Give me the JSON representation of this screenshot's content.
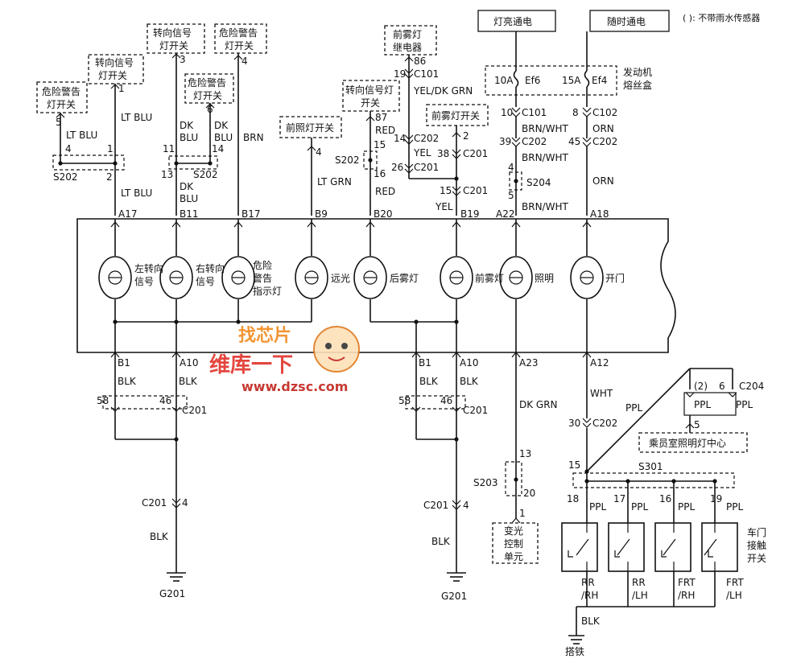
{
  "note": "( ): 不带雨水传感器",
  "power": {
    "lamps_on": "灯亮通电",
    "always_on": "随时通电",
    "fuse_box": [
      "发动机",
      "熔丝盒"
    ],
    "fuse_ef6": [
      "10A",
      "Ef6"
    ],
    "fuse_ef4": [
      "15A",
      "Ef4"
    ]
  },
  "switches": {
    "hazard_a": [
      "危险警告",
      "灯开关"
    ],
    "turn_a": [
      "转向信号",
      "灯开关"
    ],
    "turn_b": [
      "转向信号",
      "灯开关"
    ],
    "hazard_b": [
      "危险警告",
      "灯开关"
    ],
    "hazard_c": [
      "危险警告",
      "灯开关"
    ],
    "headlamp": "前照灯开关",
    "turn_c": [
      "转向信号灯",
      "开关"
    ],
    "fog_relay": [
      "前雾灯",
      "继电器"
    ],
    "front_fog_switch": "前雾灯开关",
    "door_switch": [
      "车门",
      "接触",
      "开关"
    ],
    "dimmer": [
      "变光",
      "控制",
      "单元"
    ],
    "interior_center": "乘员室照明灯中心"
  },
  "cluster_lamps": [
    {
      "label": [
        "左转向",
        "信号"
      ]
    },
    {
      "label": [
        "右转向",
        "信号"
      ]
    },
    {
      "label": [
        "危险",
        "警告",
        "指示灯"
      ]
    },
    {
      "label": [
        "远光"
      ]
    },
    {
      "label": [
        "后雾灯"
      ]
    },
    {
      "label": [
        "前雾灯"
      ]
    },
    {
      "label": [
        "照明"
      ]
    },
    {
      "label": [
        "开门"
      ]
    }
  ],
  "top_pins": [
    "A17",
    "B11",
    "B17",
    "B9",
    "B20",
    "B19",
    "A22",
    "A18"
  ],
  "bottom_pins": [
    "B1",
    "A10",
    "B1",
    "A10",
    "A23",
    "A12"
  ],
  "wires": {
    "lt_blu": "LT BLU",
    "dk": "DK",
    "blu": "BLU",
    "brn": "BRN",
    "lt_grn": "LT GRN",
    "red": "RED",
    "yel_dk_grn": "YEL/DK GRN",
    "yel": "YEL",
    "brn_wht": "BRN/WHT",
    "orn": "ORN",
    "blk": "BLK",
    "dk_grn": "DK GRN",
    "wht": "WHT",
    "ppl": "PPL"
  },
  "connectors": {
    "s202": "S202",
    "s203": "S203",
    "s204": "S204",
    "s301": "S301",
    "c101": "C101",
    "c102": "C102",
    "c201": "C201",
    "c202": "C202",
    "c204": "C204"
  },
  "pin_numbers": {
    "p1": "1",
    "p2": "2",
    "p3": "3",
    "p4": "4",
    "p5": "5",
    "p6": "6",
    "p8": "8",
    "p10": "10",
    "p11": "11",
    "p13": "13",
    "p14": "14",
    "p15": "15",
    "p16": "16",
    "p17": "17",
    "p18": "18",
    "p19": "19",
    "p20": "20",
    "p26": "26",
    "p30": "30",
    "p38": "38",
    "p39": "39",
    "p45": "45",
    "p46": "46",
    "p58": "58",
    "p86": "86",
    "p87": "87",
    "p2paren": "(2)"
  },
  "door_contacts": [
    {
      "pos": "RR",
      "side": "/RH"
    },
    {
      "pos": "RR",
      "side": "/LH"
    },
    {
      "pos": "FRT",
      "side": "/RH"
    },
    {
      "pos": "FRT",
      "side": "/LH"
    }
  ],
  "grounds": {
    "g201": "G201",
    "chassis": "搭铁"
  },
  "watermark": {
    "brand": "找芯片",
    "site_cn": "维库一下",
    "url": "www.dzsc.com"
  }
}
